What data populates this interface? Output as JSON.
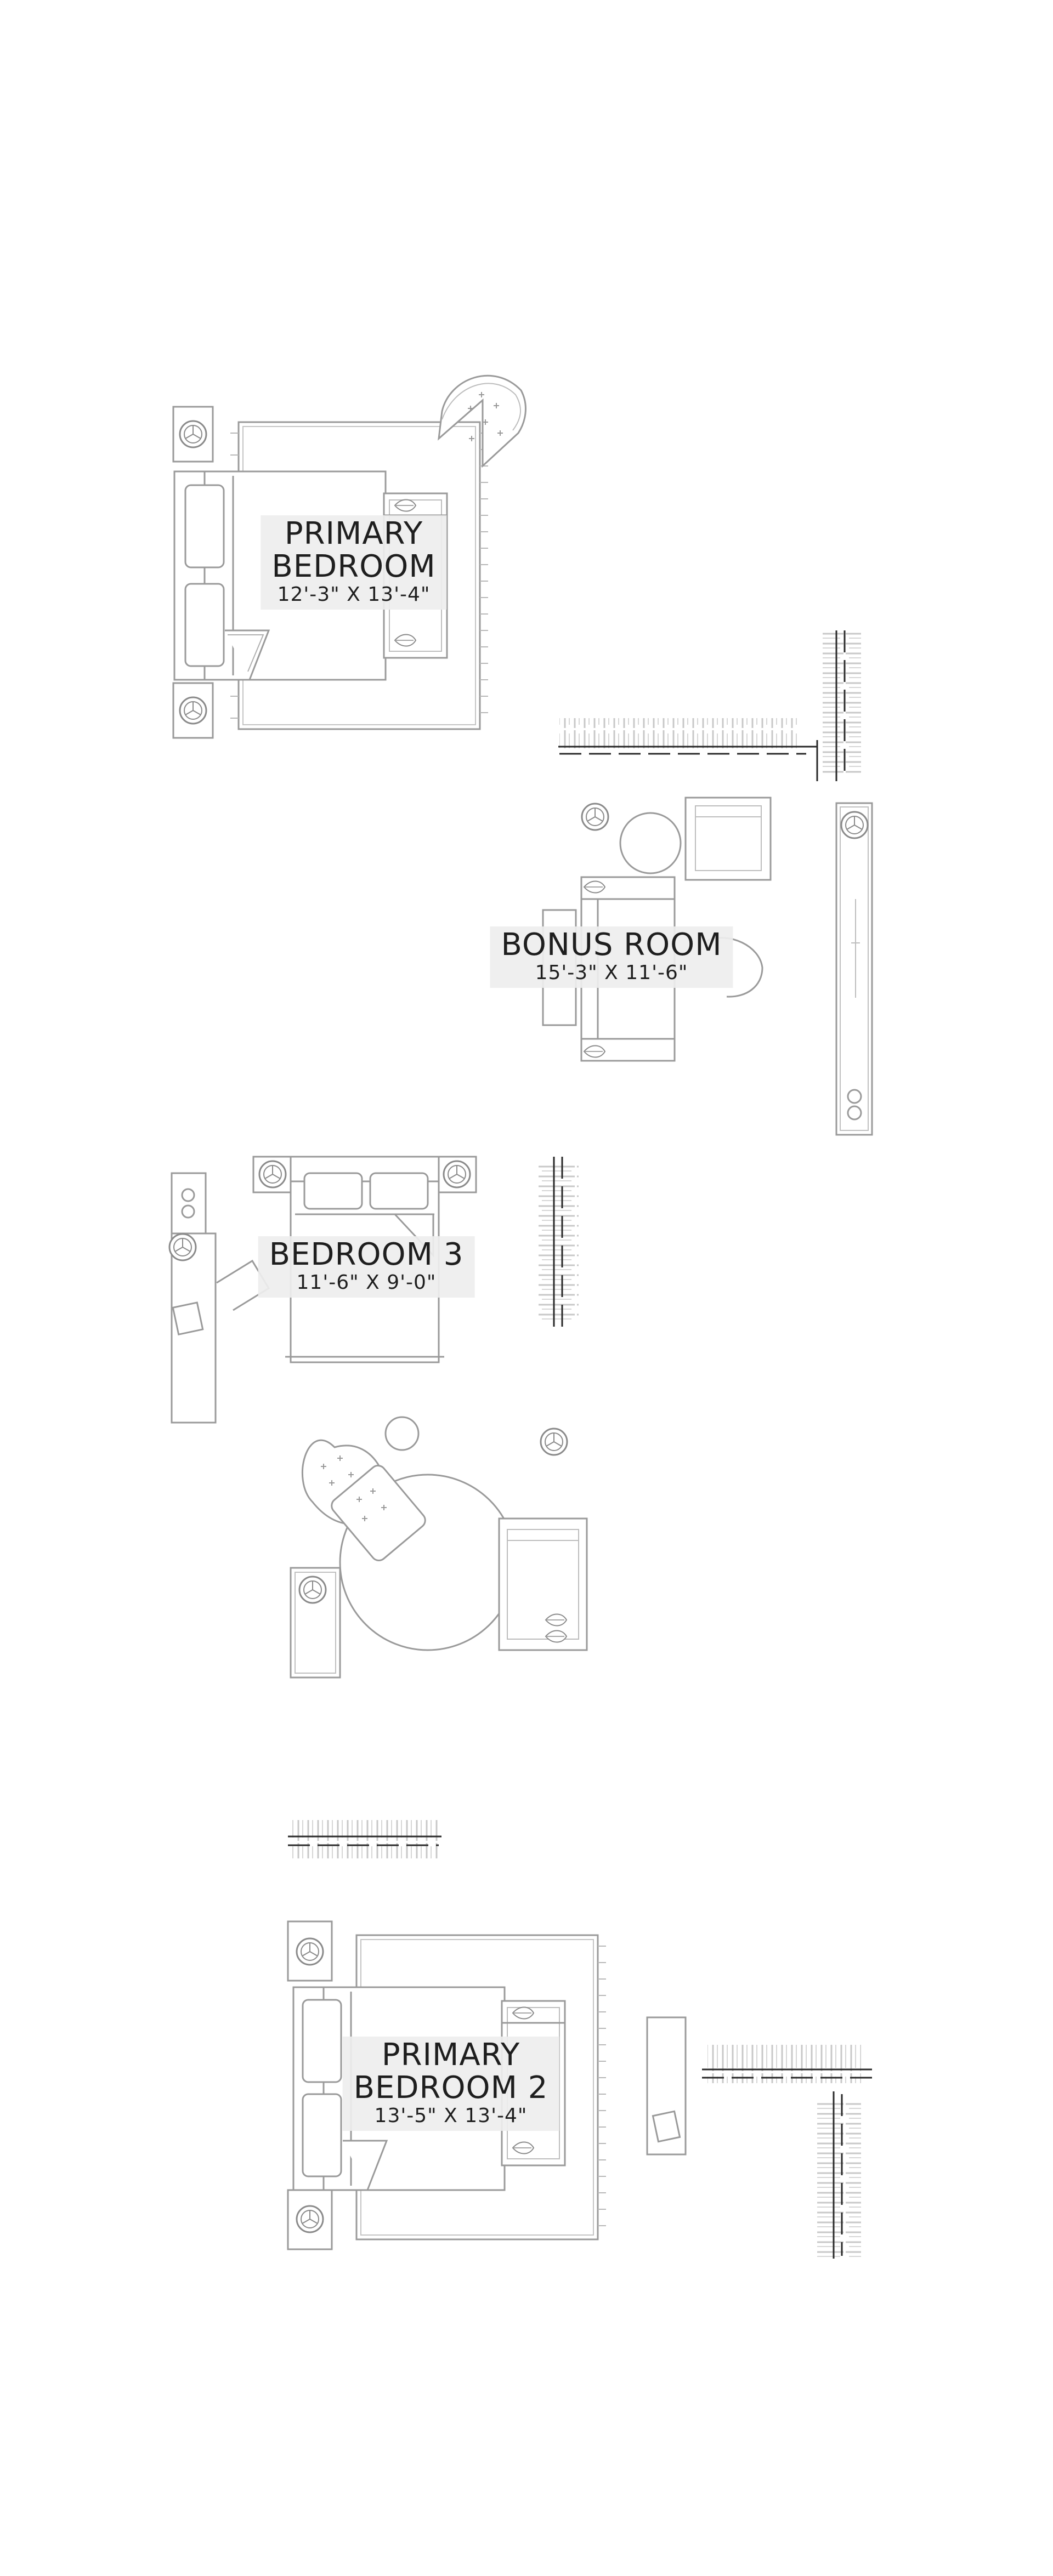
{
  "colors": {
    "line": "#9a9a9a",
    "dark_line": "#2a2a2a",
    "label_bg": "#eeeeee",
    "text": "#1e1e1e"
  },
  "rooms": [
    {
      "id": "primary-bedroom",
      "name_line1": "PRIMARY",
      "name_line2": "BEDROOM",
      "dimensions": "12'-3\" X 13'-4\""
    },
    {
      "id": "bonus-room",
      "name_line1": "BONUS ROOM",
      "name_line2": "",
      "dimensions": "15'-3\" X 11'-6\""
    },
    {
      "id": "bedroom-3",
      "name_line1": "BEDROOM 3",
      "name_line2": "",
      "dimensions": "11'-6\" X 9'-0\""
    },
    {
      "id": "primary-bedroom-2",
      "name_line1": "PRIMARY",
      "name_line2": "BEDROOM 2",
      "dimensions": "13'-5\" X 13'-4\""
    }
  ],
  "furniture_icons": [
    "bed-icon",
    "nightstand-icon",
    "lamp-icon",
    "area-rug-icon",
    "tufted-chair-icon",
    "closet-rod-icon",
    "side-table-icon",
    "sofa-icon",
    "armchair-icon",
    "desk-icon",
    "round-rug-icon",
    "dresser-icon"
  ]
}
